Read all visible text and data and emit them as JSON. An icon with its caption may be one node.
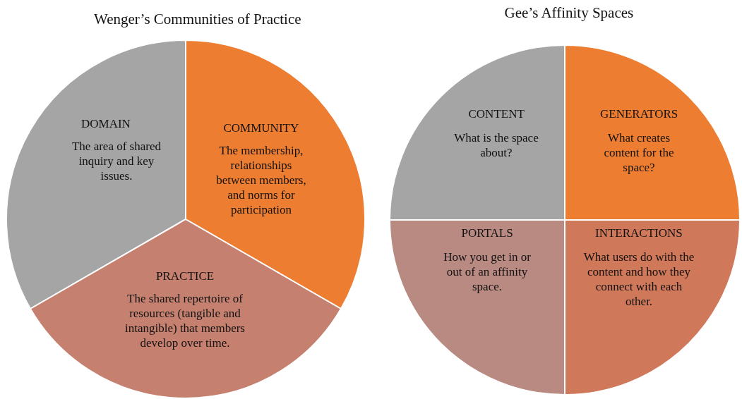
{
  "diagram": {
    "nodes": [
      {
        "text": [
          "Wenger’s Communities of Practice"
        ]
      },
      {
        "text": [
          "DOMAIN",
          "The area of shared inquiry and key issues."
        ],
        "in": 0
      },
      {
        "text": [
          "COMMUNITY",
          "The membership, relationships between members, and norms for participation"
        ],
        "in": 0
      },
      {
        "text": [
          "PRACTICE",
          "The shared repertoire of resources (tangible and intangible) that members develop over time."
        ],
        "in": 0
      },
      {
        "text": [
          "Gee’s Affinity Spaces"
        ]
      },
      {
        "text": [
          "CONTENT",
          "What is the space about?"
        ],
        "in": 4
      },
      {
        "text": [
          "GENERATORS",
          "What creates content for the space?"
        ],
        "in": 4
      },
      {
        "text": [
          "PORTALS",
          "How you get in or out of an affinity space."
        ],
        "in": 4
      },
      {
        "text": [
          "INTERACTIONS",
          "What users do with the content and how they connect with each other."
        ],
        "in": 4
      }
    ],
    "edges": []
  }
}
